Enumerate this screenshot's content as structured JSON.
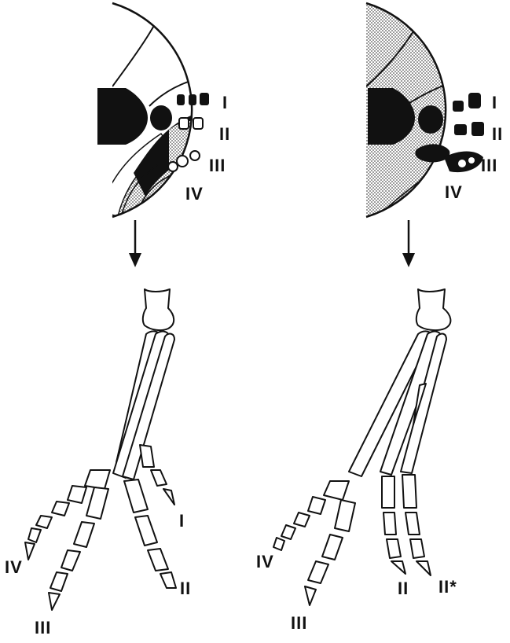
{
  "colors": {
    "ink": "#111111",
    "stipple": "#b9b9b9",
    "paper": "#ffffff"
  },
  "left_panel": {
    "bud_labels": [
      "I",
      "II",
      "III",
      "IV"
    ],
    "foot_labels": [
      "I",
      "II",
      "III",
      "IV"
    ]
  },
  "right_panel": {
    "bud_labels": [
      "I",
      "II",
      "III",
      "IV"
    ],
    "foot_labels": [
      "IV",
      "III",
      "II",
      "II*"
    ]
  }
}
